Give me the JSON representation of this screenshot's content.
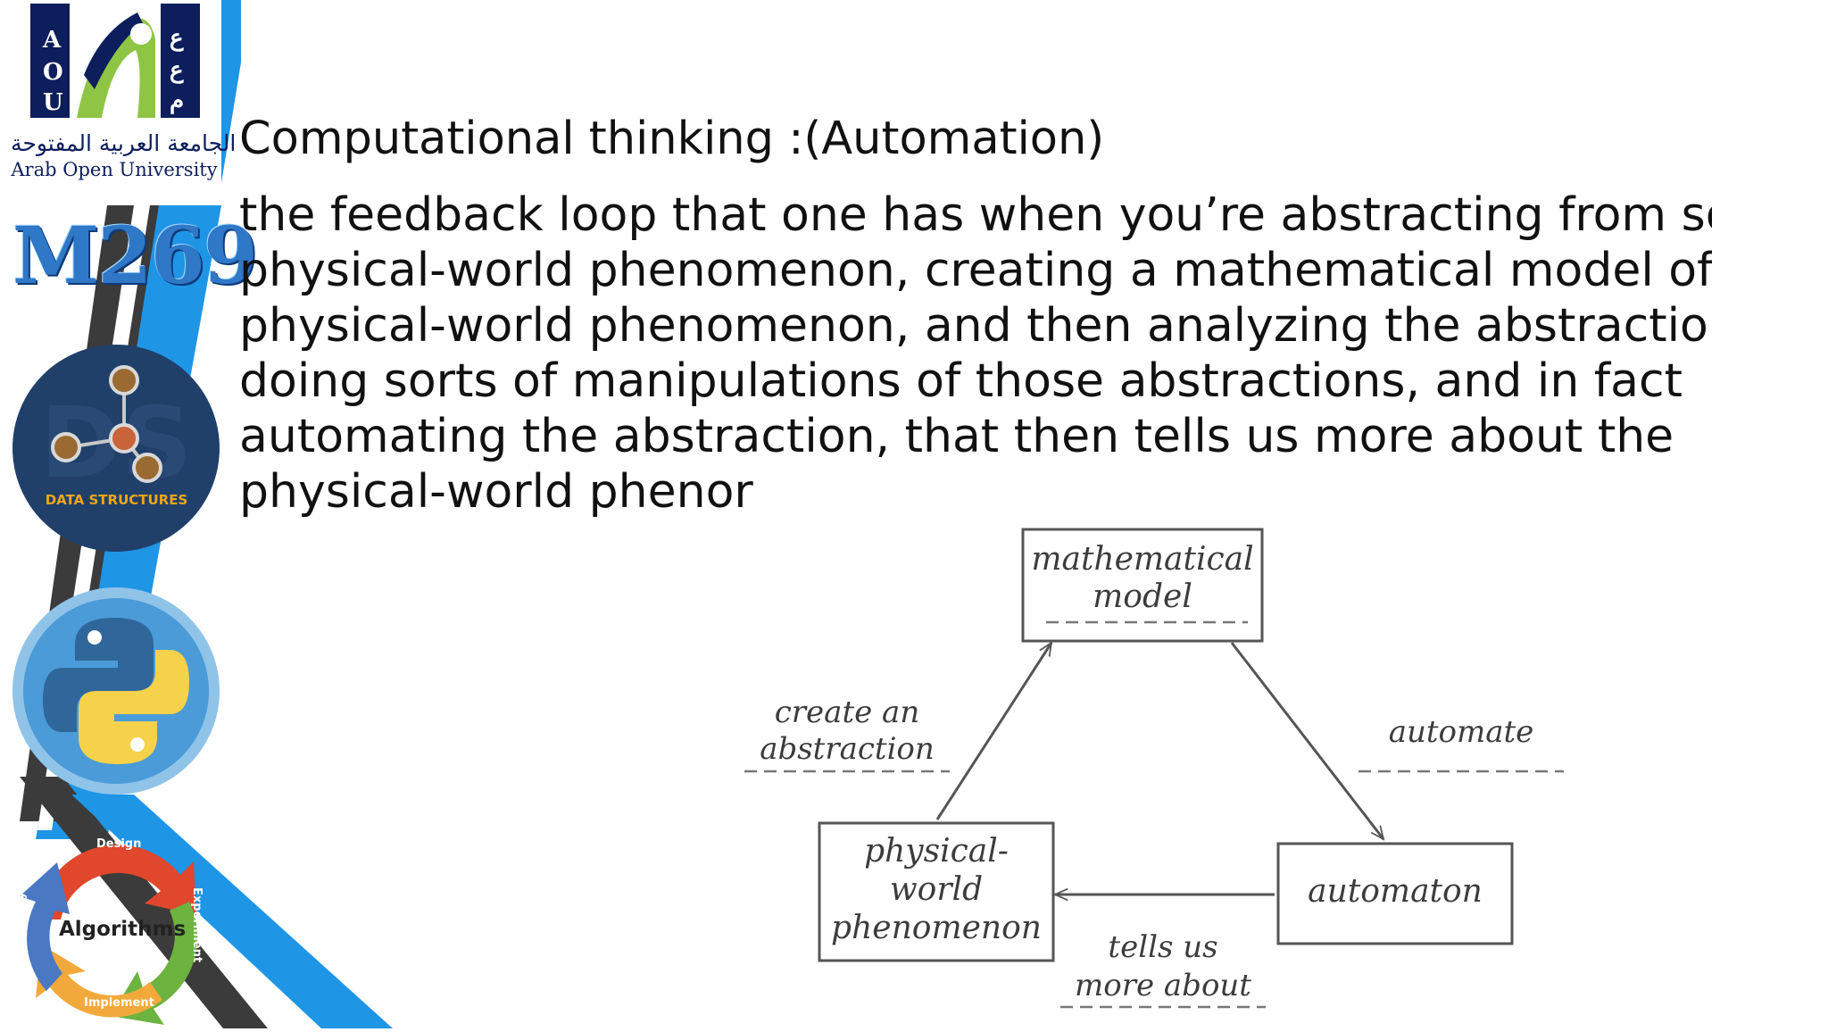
{
  "slide": {
    "title": "Computational thinking :(Automation)",
    "body_lines": [
      "the feedback loop that one has when you’re abstracting from some",
      "physical-world phenomenon, creating a mathematical model of this",
      "physical-world phenomenon, and then analyzing the abstraction,",
      "doing sorts of manipulations of those abstractions, and in fact",
      "automating the abstraction, that then tells us more about the",
      "physical-world phenor"
    ]
  },
  "sidebar": {
    "university_arabic": "الجامعة العربية المفتوحة",
    "university_english": "Arab Open University",
    "logo_letters_left": [
      "A",
      "O",
      "U"
    ],
    "logo_letters_right": [
      "ع",
      "ع",
      "م"
    ],
    "course_code": "M269",
    "data_structures_label": "DATA STRUCTURES",
    "algorithms_label": "Algorithms",
    "cycle_steps": [
      "Design",
      "Implement",
      "Analyze",
      "Experiment"
    ]
  },
  "diagram": {
    "nodes": {
      "model": [
        "mathematical",
        "model"
      ],
      "phenomenon": [
        "physical-",
        "world",
        "phenomenon"
      ],
      "automaton": [
        "automaton"
      ]
    },
    "edges": {
      "abstraction": [
        "create an",
        "abstraction"
      ],
      "automate": [
        "automate"
      ],
      "tells": [
        "tells us",
        "more about"
      ]
    }
  },
  "colors": {
    "accent_blue": "#1f95e6",
    "dark_gray": "#3b3b3b",
    "navy": "#0d1e5c",
    "green": "#8ec544",
    "ink": "#444444"
  }
}
